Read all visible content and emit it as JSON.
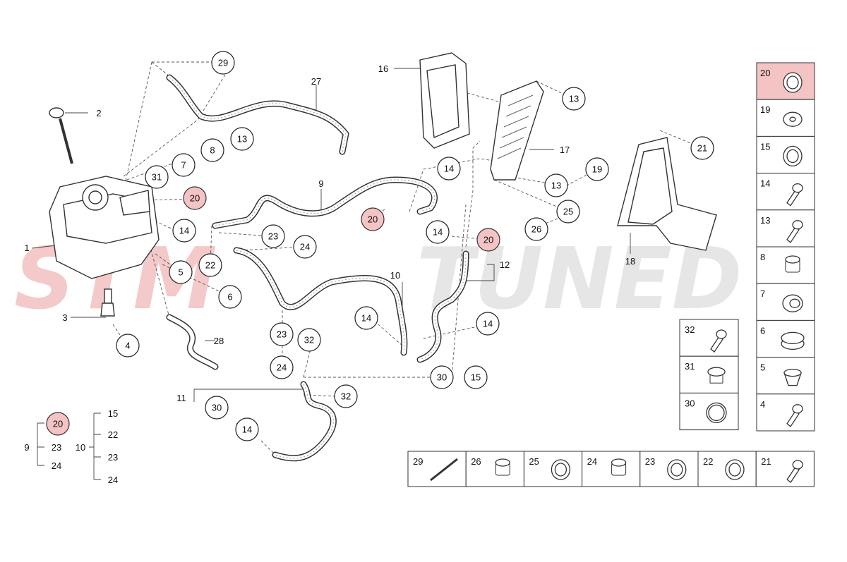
{
  "watermark": {
    "left": "STM",
    "right": "TUNED",
    "left_color": "#f3c9c9",
    "right_color": "#e6e6e6"
  },
  "colors": {
    "highlight": "#f4c4c4",
    "line": "#222222"
  },
  "callouts": [
    "29",
    "27",
    "2",
    "13",
    "8",
    "7",
    "31",
    "20",
    "14",
    "9",
    "20",
    "23",
    "24",
    "22",
    "5",
    "6",
    "3",
    "4",
    "28",
    "1",
    "16",
    "13",
    "17",
    "14",
    "19",
    "13",
    "25",
    "26",
    "21",
    "18",
    "14",
    "20",
    "12",
    "10",
    "14",
    "14",
    "23",
    "32",
    "24",
    "30",
    "15",
    "11",
    "30",
    "32",
    "14"
  ],
  "labels": [
    "2",
    "27",
    "16",
    "17",
    "9",
    "1",
    "3",
    "28",
    "18",
    "12",
    "10",
    "11"
  ],
  "legend": {
    "group9": {
      "head": "9",
      "top": "20",
      "items": [
        "23",
        "24"
      ]
    },
    "group10": {
      "head": "10",
      "items": [
        "15",
        "22",
        "23",
        "24"
      ]
    }
  },
  "right_table": [
    {
      "num": "20",
      "icon": "seal-ring-icon"
    },
    {
      "num": "19",
      "icon": "washer-icon"
    },
    {
      "num": "15",
      "icon": "seal-ring-icon"
    },
    {
      "num": "14",
      "icon": "bolt-icon"
    },
    {
      "num": "13",
      "icon": "bolt-icon"
    },
    {
      "num": "8",
      "icon": "plug-icon"
    },
    {
      "num": "7",
      "icon": "grommet-icon"
    },
    {
      "num": "6",
      "icon": "clamp-nut-icon"
    },
    {
      "num": "5",
      "icon": "gland-icon"
    },
    {
      "num": "4",
      "icon": "bolt-icon"
    }
  ],
  "mid_table": [
    {
      "num": "32",
      "icon": "bolt-icon"
    },
    {
      "num": "31",
      "icon": "sleeve-nut-icon"
    },
    {
      "num": "30",
      "icon": "o-ring-icon"
    }
  ],
  "bottom_table": [
    {
      "num": "29",
      "icon": "stud-icon"
    },
    {
      "num": "26",
      "icon": "nut-icon"
    },
    {
      "num": "25",
      "icon": "seal-ring-icon"
    },
    {
      "num": "24",
      "icon": "nut-icon"
    },
    {
      "num": "23",
      "icon": "seal-ring-icon"
    },
    {
      "num": "22",
      "icon": "seal-ring-icon"
    },
    {
      "num": "21",
      "icon": "bolt-icon"
    }
  ]
}
